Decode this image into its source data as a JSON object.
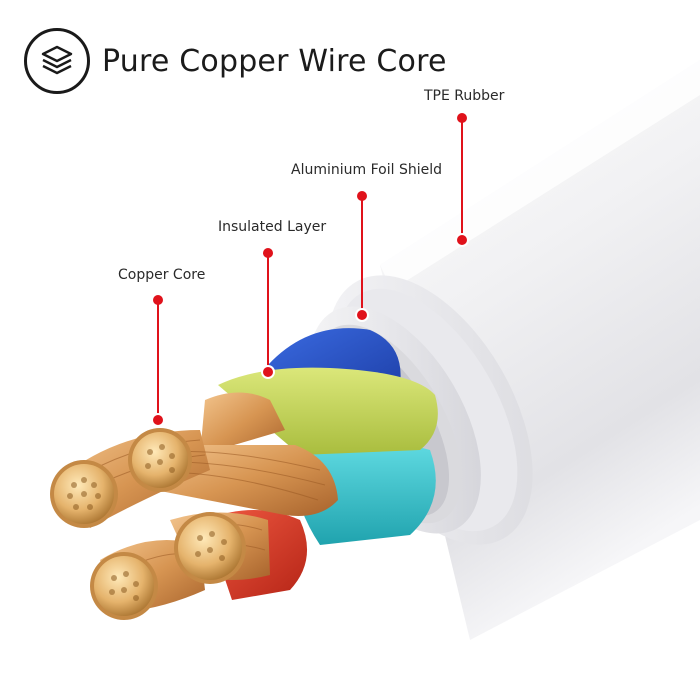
{
  "header": {
    "title": "Pure Copper Wire Core",
    "icon": "layers-icon"
  },
  "callouts": [
    {
      "id": "tpe",
      "label": "TPE Rubber"
    },
    {
      "id": "foil",
      "label": "Aluminium Foil Shield"
    },
    {
      "id": "insulated",
      "label": "Insulated Layer"
    },
    {
      "id": "copper",
      "label": "Copper Core"
    }
  ],
  "colors": {
    "marker": "#e0121b",
    "text": "#1b1b1b",
    "jacket": "#f0f0f2",
    "wire_blue": "#2451c7",
    "wire_yellow": "#c9d95a",
    "wire_cyan": "#35c4cf",
    "wire_red": "#d83a2a",
    "copper": "#d99b5c"
  }
}
